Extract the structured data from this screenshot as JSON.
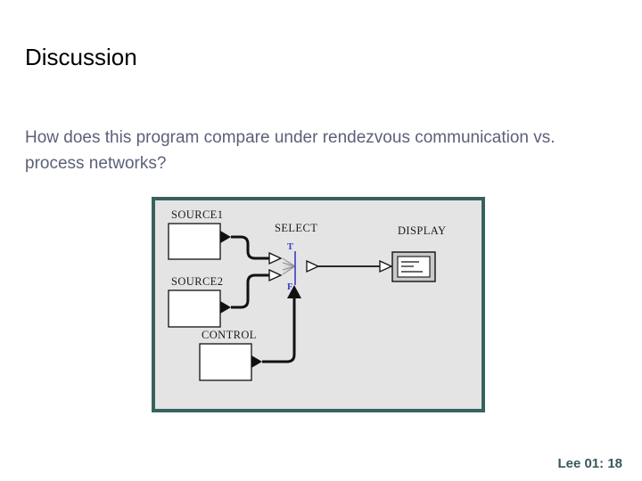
{
  "slide": {
    "title": "Discussion",
    "body": "How does this program compare under rendezvous communication vs. process networks?",
    "footer": "Lee 01: 18"
  },
  "colors": {
    "title_text": "#000000",
    "body_text": "#5c6079",
    "panel_background": "#e4e4e4",
    "panel_border": "#37625f",
    "footer_text": "#37585c",
    "port_label": "#3b3bc8",
    "wire": "#111111",
    "block_fill": "#ffffff",
    "display_frame": "#c9c9c9"
  },
  "diagram": {
    "name": "ptolemy-block-diagram",
    "blocks": [
      {
        "id": "source1",
        "label": "SOURCE1",
        "kind": "actor-box"
      },
      {
        "id": "source2",
        "label": "SOURCE2",
        "kind": "actor-box"
      },
      {
        "id": "control",
        "label": "CONTROL",
        "kind": "actor-box"
      },
      {
        "id": "select",
        "label": "SELECT",
        "kind": "select-actor"
      },
      {
        "id": "display",
        "label": "DISPLAY",
        "kind": "display-actor"
      }
    ],
    "select_ports": {
      "true_label": "T",
      "false_label": "F"
    },
    "connections": [
      {
        "from": "source1",
        "to": "select.T"
      },
      {
        "from": "source2",
        "to": "select.F"
      },
      {
        "from": "control",
        "to": "select.control"
      },
      {
        "from": "select",
        "to": "display"
      }
    ]
  }
}
